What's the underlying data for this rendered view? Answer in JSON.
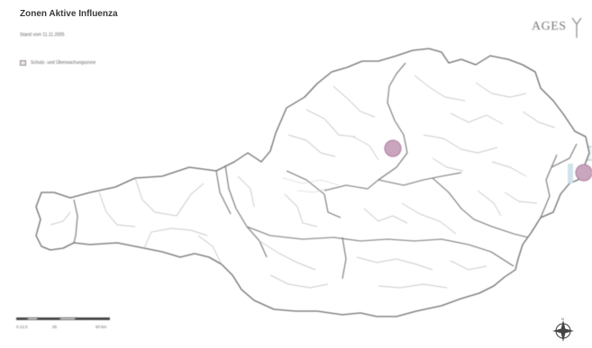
{
  "map": {
    "title": "Zonen Aktive Influenza",
    "subtitle": "Stand vom 11.11.2005",
    "legend": [
      {
        "label": "Schutz- und Überwachungszone",
        "color": "#f1e6ee"
      }
    ],
    "logo": {
      "text": "AGES"
    },
    "scale": {
      "labels": [
        "0 12,5",
        "25",
        "50 km"
      ]
    },
    "compass": {
      "north_label": "N"
    },
    "zones": [
      {
        "name": "zone-1",
        "color": "#c9a6bd"
      },
      {
        "name": "zone-2",
        "color": "#c9a6bd"
      }
    ],
    "colors": {
      "outline": "#6e6e6e",
      "district_line": "#b9b9b9",
      "zone_fill": "#c9a6bd",
      "band_line": "#a9c8d0"
    }
  }
}
